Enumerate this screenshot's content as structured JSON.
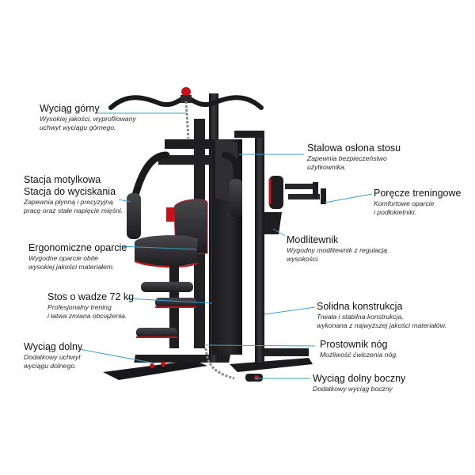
{
  "callouts": {
    "upper_pulley": {
      "title": "Wyciąg górny",
      "desc": "Wysokiej jakości, wyprofilowany\nuchwyt wyciągu górnego."
    },
    "butterfly_press": {
      "title_1": "Stacja motylkowa",
      "title_2": "Stacja do wyciskania",
      "desc": "Zapewnia płynną i precyzyjną\npracę oraz stałe napięcie mięśni."
    },
    "backrest": {
      "title": "Ergonomiczne oparcie",
      "desc": "Wygodne oparcie obite\nwysokiej jakości materiałem."
    },
    "weight_stack": {
      "title": "Stos o wadze 72 kg",
      "desc": "Profesjonalny trening\ni łatwa zmiana obciążenia."
    },
    "lower_pulley": {
      "title": "Wyciąg dolny",
      "desc": "Dodatkowy uchwyt\nwyciągu dolnego."
    },
    "stack_cover": {
      "title": "Stalowa osłona stosu",
      "desc": "Zapewnia bezpieczeństwo\nużytkownika."
    },
    "dip_handles": {
      "title": "Poręcze treningowe",
      "desc": "Komfortowe oparcie\ni podłokietniki."
    },
    "preacher": {
      "title": "Modlitewnik",
      "desc": "Wygodny modlitewnik z regulacją\nwysokości."
    },
    "frame": {
      "title": "Solidna konstrukcja",
      "desc": "Trwała i stabilna konstrukcja,\nwykonana z najwyższej jakości materiałów."
    },
    "leg_extension": {
      "title": "Prostownik nóg",
      "desc": "Możliwość ćwiczenia nóg."
    },
    "side_pulley": {
      "title": "Wyciąg dolny boczny",
      "desc": "Dodatkowy wyciąg boczny"
    }
  },
  "colors": {
    "frame": "#1b1b1d",
    "frame_light": "#3a3a3e",
    "accent": "#c8121a",
    "pointer": "#3aa0c8",
    "pad": "#2c2c30"
  }
}
